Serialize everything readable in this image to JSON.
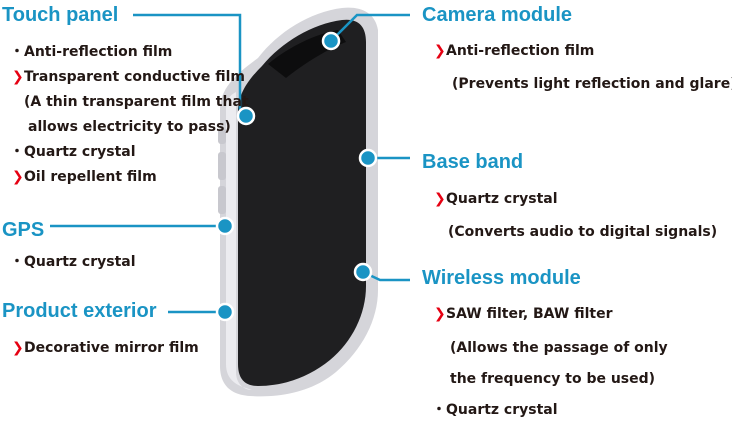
{
  "colors": {
    "heading": "#1a94c4",
    "line": "#1a94c4",
    "chevron": "#e60012",
    "text": "#231815",
    "phone_frame": "#d5d5da",
    "phone_screen": "#1f1f21"
  },
  "markers": {
    "bullet": "・",
    "chevron": "❯"
  },
  "left": {
    "touch_panel": {
      "title": "Touch panel",
      "items": [
        {
          "marker": "bullet",
          "text": "Anti-reflection film"
        },
        {
          "marker": "chevron",
          "text": "Transparent conductive film"
        },
        {
          "marker": "none",
          "text": "(A thin transparent film that"
        },
        {
          "marker": "none",
          "text": "allows electricity to pass)"
        },
        {
          "marker": "bullet",
          "text": "Quartz crystal"
        },
        {
          "marker": "chevron",
          "text": "Oil repellent film"
        }
      ]
    },
    "gps": {
      "title": "GPS",
      "items": [
        {
          "marker": "bullet",
          "text": "Quartz crystal"
        }
      ]
    },
    "product_exterior": {
      "title": "Product exterior",
      "items": [
        {
          "marker": "chevron",
          "text": "Decorative mirror film"
        }
      ]
    }
  },
  "right": {
    "camera_module": {
      "title": "Camera module",
      "items": [
        {
          "marker": "chevron",
          "text": "Anti-reflection film"
        },
        {
          "marker": "none",
          "text": "(Prevents light reflection and glare)"
        }
      ]
    },
    "base_band": {
      "title": "Base band",
      "items": [
        {
          "marker": "chevron",
          "text": "Quartz crystal"
        },
        {
          "marker": "none",
          "text": "(Converts audio to digital signals)"
        }
      ]
    },
    "wireless_module": {
      "title": "Wireless module",
      "items": [
        {
          "marker": "chevron",
          "text": "SAW filter, BAW filter"
        },
        {
          "marker": "none",
          "text": "(Allows the passage of only"
        },
        {
          "marker": "none",
          "text": "the frequency to be used)"
        },
        {
          "marker": "bullet",
          "text": "Quartz crystal"
        }
      ]
    }
  }
}
